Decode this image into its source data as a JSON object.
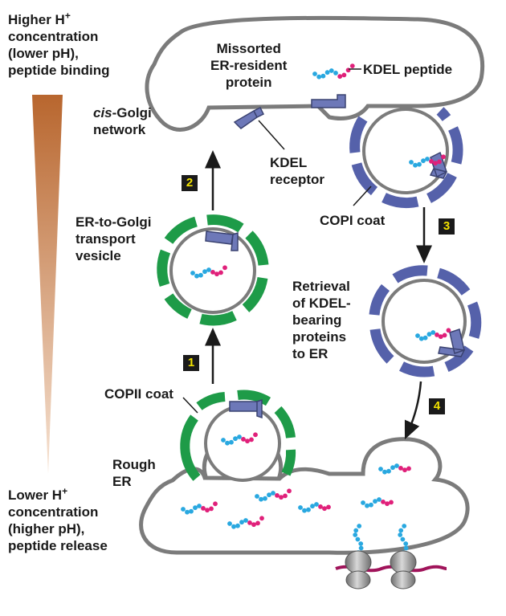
{
  "gradient": {
    "top_lines": [
      "Higher H",
      "concentration",
      "(lower pH),",
      "peptide binding"
    ],
    "bottom_lines": [
      "Lower H",
      "concentration",
      "(higher pH),",
      "peptide release"
    ],
    "plus": "+",
    "color_top": "#b8662e",
    "color_bottom": "#f6e2d2"
  },
  "labels": {
    "missorted": [
      "Missorted",
      "ER-resident",
      "protein"
    ],
    "kdel_peptide": "KDEL peptide",
    "cis_prefix": "cis",
    "cis_suffix": "-Golgi",
    "cis_line2": "network",
    "kdel_receptor": [
      "KDEL",
      "receptor"
    ],
    "er_to_golgi": [
      "ER-to-Golgi",
      "transport",
      "vesicle"
    ],
    "copi_coat": "COPI coat",
    "retrieval": [
      "Retrieval",
      "of KDEL-",
      "bearing",
      "proteins",
      "to ER"
    ],
    "copii_coat": "COPII coat",
    "rough_er": [
      "Rough",
      "ER"
    ]
  },
  "steps": [
    "1",
    "2",
    "3",
    "4"
  ],
  "colors": {
    "membrane": "#7b7b7b",
    "copii": "#1e9b48",
    "copi": "#5561aa",
    "receptor": "#6d78b8",
    "peptide_body": "#29a8e0",
    "kdel_tag": "#e0207a",
    "mrna": "#a0135a",
    "ribosome": "#9c9c9c"
  }
}
